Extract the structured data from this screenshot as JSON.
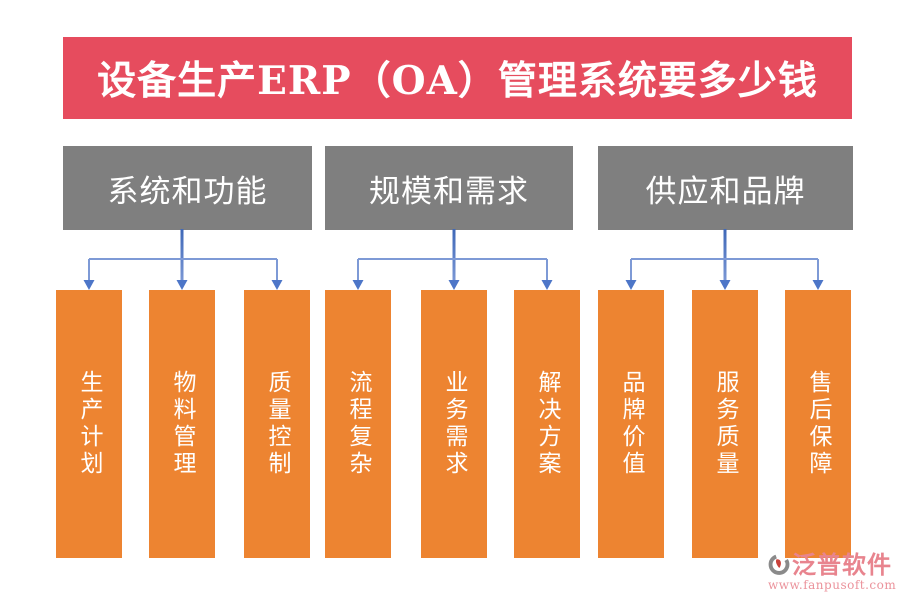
{
  "banner": {
    "title": "设备生产ERP（OA）管理系统要多少钱"
  },
  "groups": [
    {
      "label": "系统和功能",
      "items": [
        "生产计划",
        "物料管理",
        "质量控制"
      ]
    },
    {
      "label": "规模和需求",
      "items": [
        "流程复杂",
        "业务需求",
        "解决方案"
      ]
    },
    {
      "label": "供应和品牌",
      "items": [
        "品牌价值",
        "服务质量",
        "售后保障"
      ]
    }
  ],
  "logo": {
    "name": "泛普软件",
    "url": "www.fanpusoft.com"
  },
  "colors": {
    "background": "#ffffff",
    "banner_bg": "#e64c5e",
    "banner_text": "#ffffff",
    "category_bg": "#7f7f7f",
    "category_text": "#ffffff",
    "bar_bg": "#ed8431",
    "bar_text": "#ffffff",
    "connector_dark": "#3f68b8",
    "connector_light": "#7e9ad6",
    "arrow": "#4d76c8",
    "logo_text": "#e8848e",
    "logo_url": "#eb929b",
    "logo_icon_gray": "#8a8a8a",
    "logo_icon_red": "#c9413a"
  }
}
